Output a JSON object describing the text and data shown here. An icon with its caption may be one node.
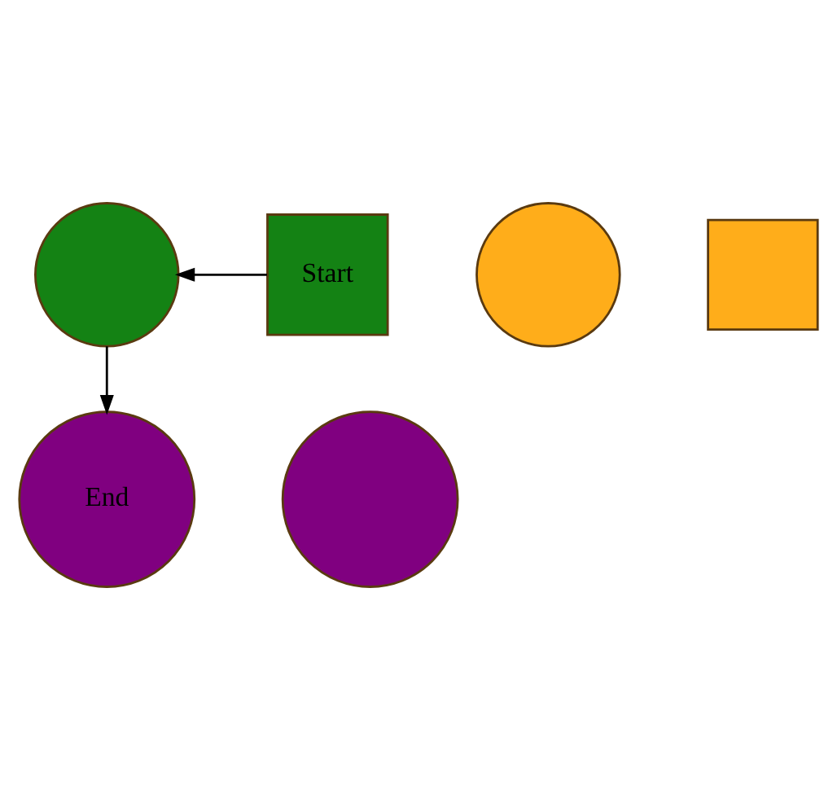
{
  "diagram": {
    "nodes": [
      {
        "text": [
          "End"
        ]
      },
      {
        "text": [],
        "shape": "circle"
      },
      {
        "text": [],
        "shape": "circle"
      },
      {
        "text": [
          "Start"
        ]
      },
      {
        "text": [],
        "shape": "circle"
      },
      {
        "text": [],
        "shape": "box"
      }
    ],
    "edges": [
      {
        "from": 3,
        "to": 2,
        "arrow": "to"
      },
      {
        "from": 2,
        "to": 0,
        "arrow": "to"
      }
    ]
  }
}
